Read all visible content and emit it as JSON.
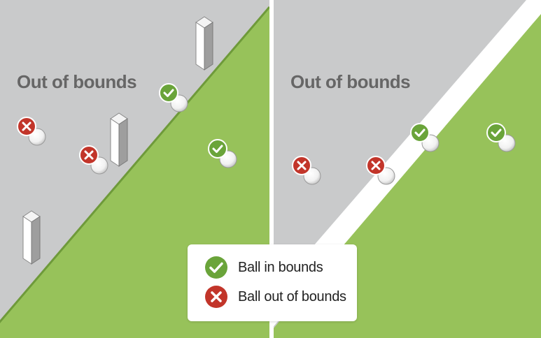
{
  "panels": {
    "left": {
      "title": "Out of bounds"
    },
    "right": {
      "title": "Out of bounds"
    }
  },
  "legend": {
    "in_label": "Ball in bounds",
    "out_label": "Ball out of bounds"
  },
  "colors": {
    "out_area": "#c9cacb",
    "in_area": "#97c25a",
    "boundary_line": "#6e9a3a",
    "white_line": "#ffffff",
    "in_icon": "#6aa43a",
    "out_icon": "#c2352a",
    "title_text": "#666666"
  },
  "icons": {
    "in": "check-mark-icon",
    "out": "x-mark-icon",
    "post": "boundary-stake"
  }
}
